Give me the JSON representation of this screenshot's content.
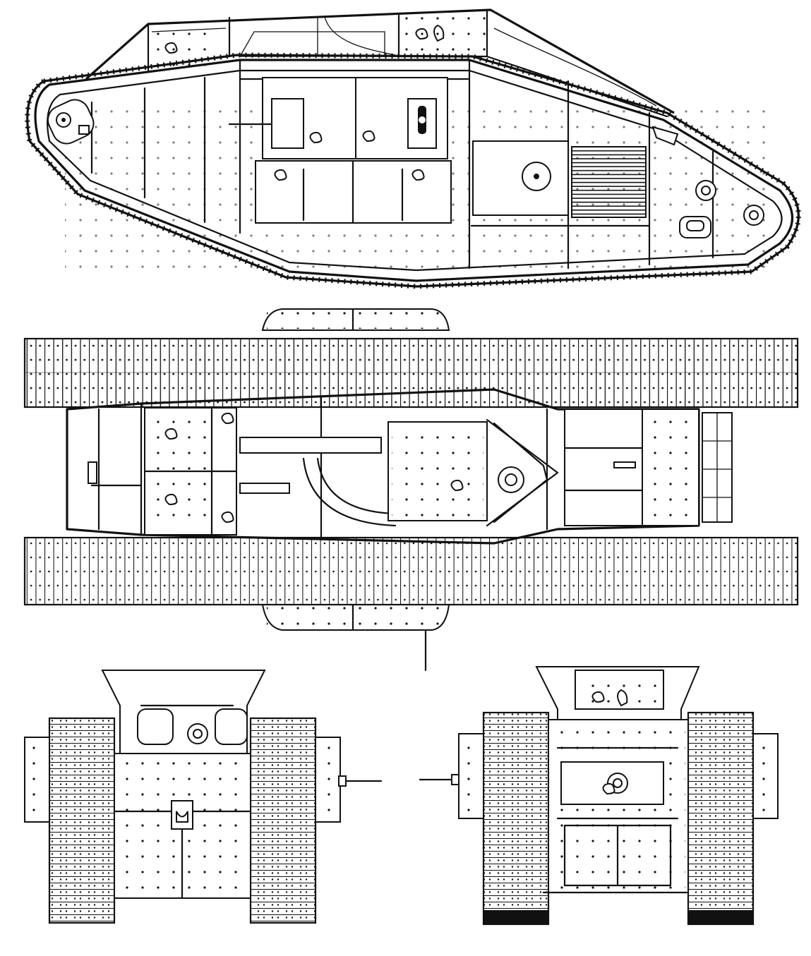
{
  "drawing": {
    "subject": "tank-general-arrangement",
    "views": [
      {
        "id": "side-elevation",
        "label": ""
      },
      {
        "id": "plan-view",
        "label": ""
      },
      {
        "id": "rear-elevation",
        "label": ""
      },
      {
        "id": "front-elevation",
        "label": ""
      }
    ]
  },
  "icons": {
    "rivet": "small-filled-circle",
    "vision-port": "teardrop",
    "hatch": "rounded-rectangle",
    "gun-mount": "circular-flange"
  },
  "colors": {
    "ink": "#111111",
    "paper": "#ffffff"
  }
}
